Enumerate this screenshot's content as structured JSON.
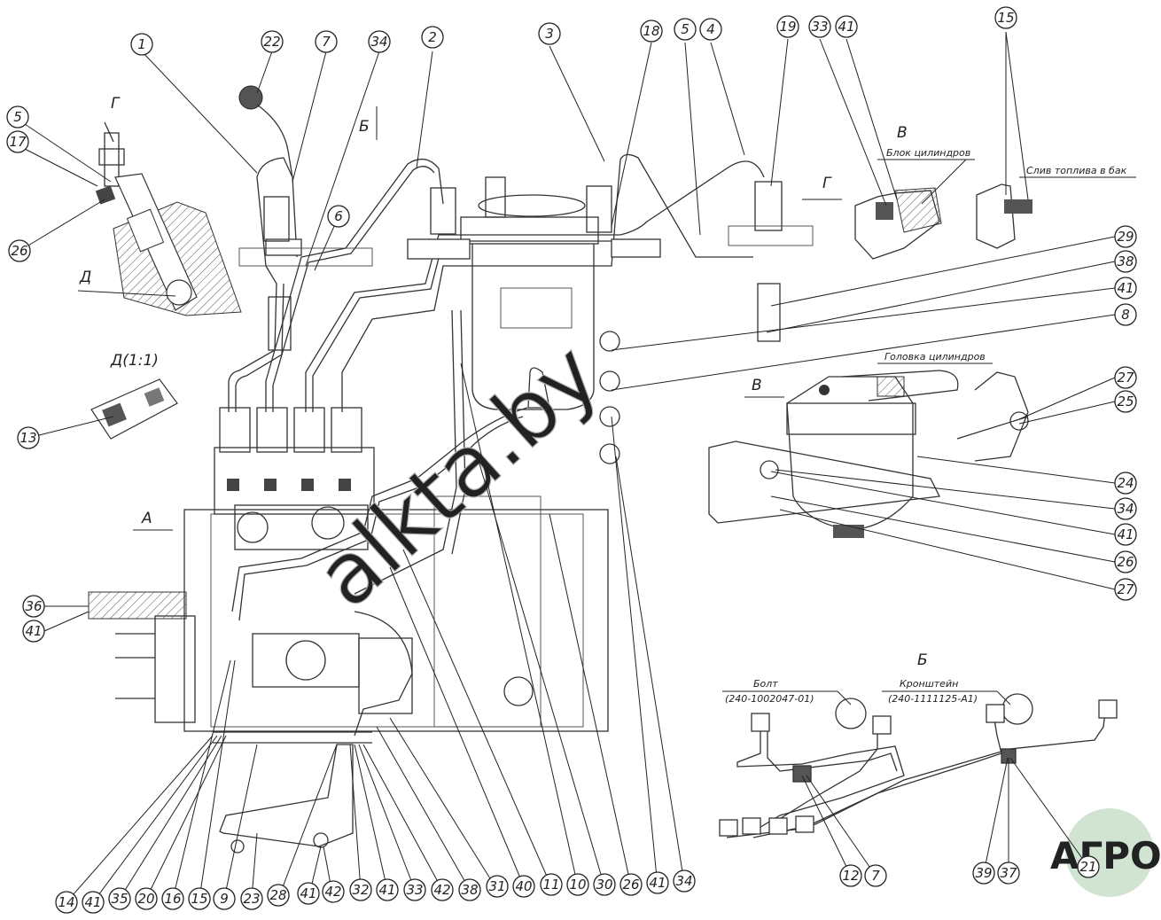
{
  "views": {
    "g": "Г",
    "d": "Д",
    "d_scale": "Д(1:1)",
    "b": "Б",
    "v": "В",
    "a": "А"
  },
  "labels": {
    "cylinder_block": "Блок цилиндров",
    "fuel_return": "Слив топлива в бак",
    "cylinder_head": "Головка цилиндров",
    "bolt_title": "Болт",
    "bolt_code": "(240-1002047-01)",
    "bracket_title": "Кронштейн",
    "bracket_code": "(240-1111125-А1)"
  },
  "watermark": {
    "url": "alkta.by",
    "logo": "АГРОКА"
  },
  "callouts": [
    "1",
    "22",
    "7",
    "34",
    "2",
    "3",
    "18",
    "5",
    "4",
    "19",
    "33",
    "41",
    "15",
    "5",
    "17",
    "26",
    "13",
    "29",
    "38",
    "41",
    "8",
    "27",
    "25",
    "24",
    "34",
    "41",
    "26",
    "27",
    "36",
    "41",
    "14",
    "41",
    "35",
    "20",
    "16",
    "15",
    "9",
    "23",
    "28",
    "41",
    "42",
    "32",
    "41",
    "33",
    "42",
    "38",
    "31",
    "40",
    "11",
    "10",
    "30",
    "26",
    "41",
    "34",
    "6",
    "12",
    "7",
    "39",
    "37",
    "21"
  ]
}
